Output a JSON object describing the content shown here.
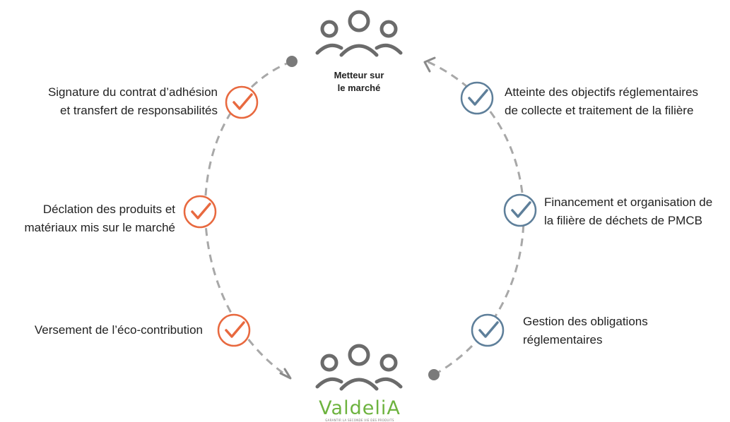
{
  "top_actor": {
    "label_line1": "Metteur sur",
    "label_line2": "le marché"
  },
  "bottom_actor": {
    "brand": "ValdeliA",
    "tagline": "garantir la seconde vie des produits"
  },
  "left_steps": [
    {
      "line1": "Signature du contrat d’adhésion",
      "line2": "et transfert de responsabilités"
    },
    {
      "line1": "Déclation des produits et",
      "line2": "matériaux mis sur le marché"
    },
    {
      "line1": "Versement de l’éco-contribution",
      "line2": ""
    }
  ],
  "right_steps": [
    {
      "line1": "Atteinte des objectifs réglementaires",
      "line2": "de collecte et traitement de la filière"
    },
    {
      "line1": "Financement et organisation de",
      "line2": "la filière de déchets de PMCB"
    },
    {
      "line1": "Gestion des obligations",
      "line2": "réglementaires"
    }
  ],
  "colors": {
    "left_accent": "#e8693f",
    "right_accent": "#5e7f9a",
    "cycle": "#a8a8a8",
    "dot": "#7a7a7a",
    "icon": "#6b6b6b",
    "brand": "#6db33f"
  },
  "icons": {
    "actor": "users-group-icon",
    "check": "check-circle-icon"
  }
}
